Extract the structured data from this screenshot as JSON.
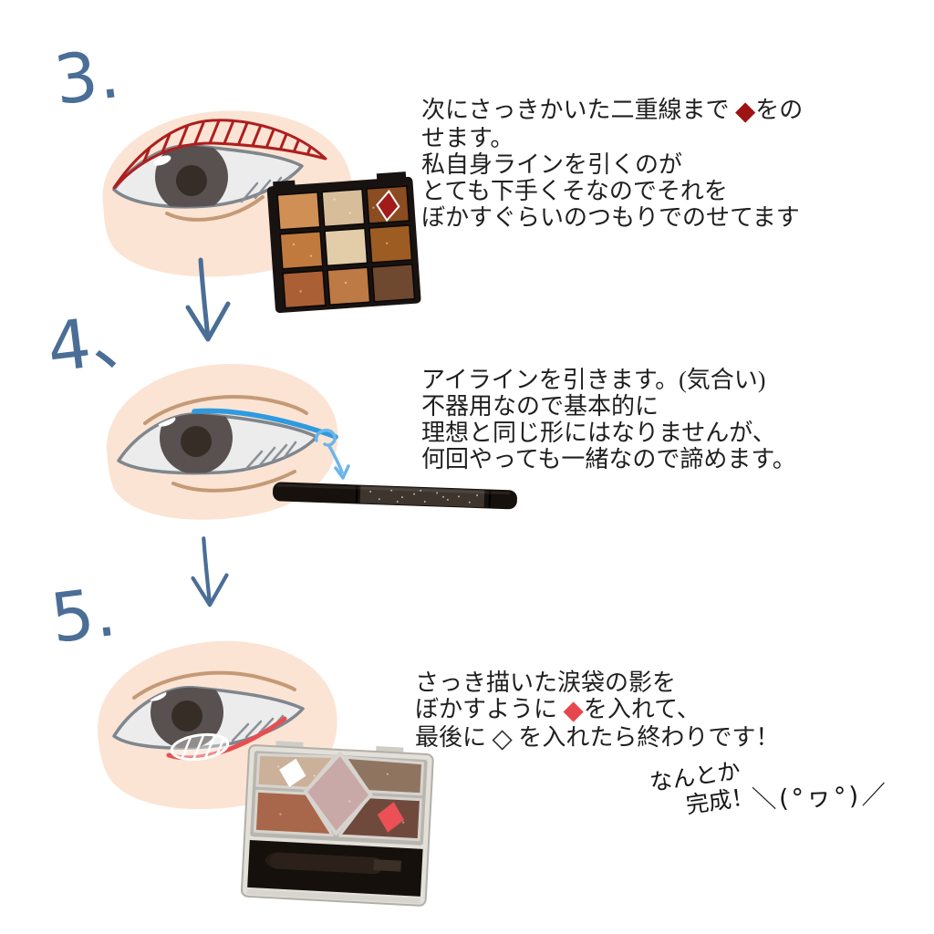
{
  "page": {
    "background": "#ffffff",
    "language": "ja"
  },
  "colors": {
    "handwriting_blue": "#4a6e96",
    "eyeliner_blue": "#2e9be0",
    "arrow_light_blue": "#6cb6ea",
    "dark_red_diamond": "#9e1414",
    "pink_red_diamond": "#e8464e",
    "outline_diamond": "#2a2a2a",
    "double_lid_hatch_red": "#ae1e1e",
    "under_eye_red": "#e84d52",
    "skin_peach": "#fbe4d4",
    "tan_line": "#c49a76",
    "body_text": "#1f1f1f"
  },
  "step3": {
    "number": "3.",
    "text": {
      "line1_before": "次にさっきかいた二重線まで ",
      "line1_diamond": "◆",
      "line1_after": "をの",
      "line2": "せます。",
      "line3": "私自身ラインを引くのが",
      "line4": "とても下手くそなのでそれを",
      "line5": "ぼかすぐらいのつもりでのせてます"
    },
    "palette9": {
      "pan_colors": [
        "#d09055",
        "#d8bd9b",
        "#8a4c20",
        "#c17a3e",
        "#e3cda9",
        "#9c5c22",
        "#aa6034",
        "#bd7a44",
        "#6f4830"
      ],
      "marker_glyph": "◆",
      "marker_color": "#a31a1a"
    }
  },
  "step4": {
    "number": "4、",
    "text": {
      "line1": "アイラインを引きます。(気合い)",
      "line2": "不器用なので基本的に",
      "line3": "理想と同じ形にはなりませんが、",
      "line4": "何回やっても一緒なので諦めます。"
    }
  },
  "step5": {
    "number": "5.",
    "text": {
      "line1": "さっき描いた涙袋の影を",
      "line2_before": "ぼかすように ",
      "line2_diamond": "◆",
      "line2_after": "を入れて、",
      "line3_before": "最後に ",
      "line3_diamond": "◇",
      "line3_after": " を入れたら終わりです！"
    },
    "palette5": {
      "pan_colors": {
        "top_left": "#cbb199",
        "top_right": "#8f7560",
        "center": "#c9a9a8",
        "bottom_left": "#a8674a",
        "bottom_right": "#6f4a3c"
      },
      "marker_highlight_glyph": "◇",
      "marker_highlight_color": "#ffffff",
      "marker_shade_glyph": "◆",
      "marker_shade_color": "#ea5055"
    },
    "handwritten": {
      "line1": "なんとか",
      "line2": "完成！",
      "kaomoji": "＼(°ヮ°)／"
    }
  }
}
